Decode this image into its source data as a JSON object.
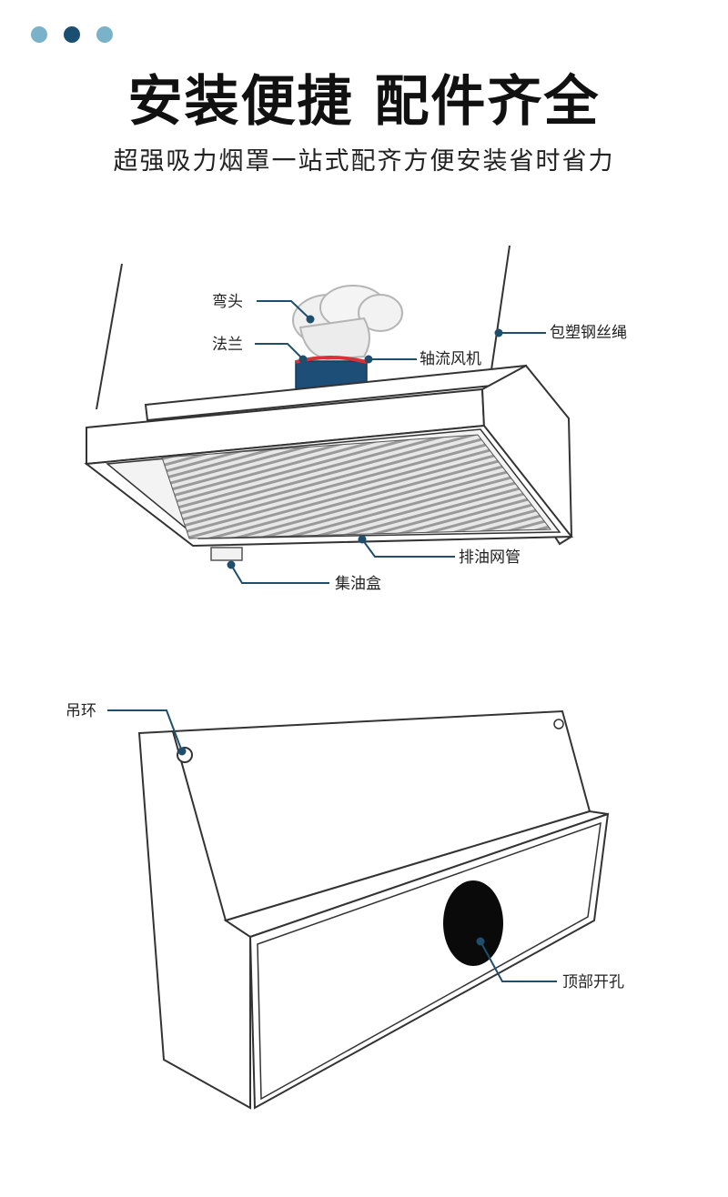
{
  "header": {
    "title": "安装便捷 配件齐全",
    "subtitle": "超强吸力烟罩一站式配齐方便安装省时省力",
    "dots": [
      "#7ab2c9",
      "#1b4f72",
      "#7ab2c9"
    ]
  },
  "colors": {
    "leader": "#1f4f6d",
    "flange": "#d9303a",
    "fan_body": "#1c4e78",
    "outline": "#333333",
    "opening": "#0a0a0a"
  },
  "figure1": {
    "labels": {
      "elbow": "弯头",
      "flange": "法兰",
      "axial_fan": "轴流风机",
      "steel_wire": "包塑钢丝绳",
      "filter_pipe": "排油网管",
      "oil_box": "集油盒"
    }
  },
  "figure2": {
    "labels": {
      "hanging_ring": "吊环",
      "top_opening": "顶部开孔"
    }
  }
}
